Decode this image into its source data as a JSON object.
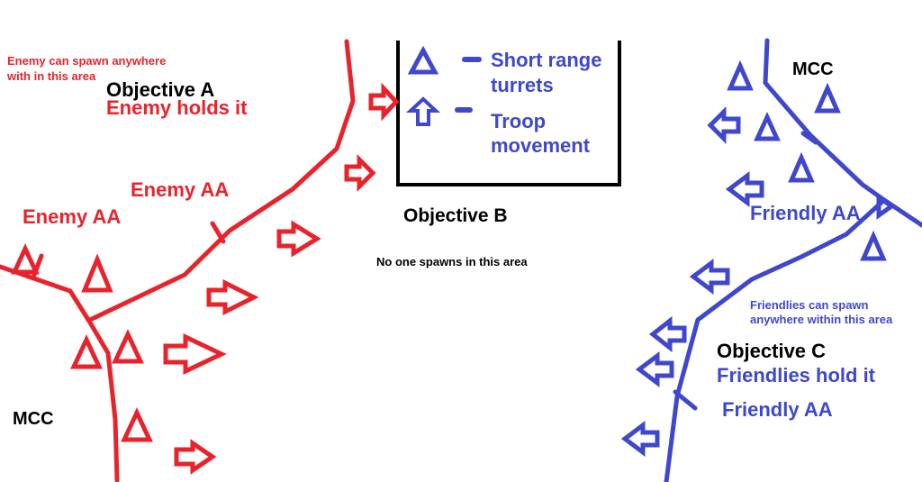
{
  "colors": {
    "enemy": "#e8232b",
    "friendly": "#3f48cc",
    "ink": "#000000",
    "background": "#ffffff"
  },
  "legend": {
    "turret_icon": "triangle-icon",
    "turret_label_line1": "Short range",
    "turret_label_line2": "turrets",
    "troop_icon": "up-arrow-icon",
    "troop_label_line1": "Troop",
    "troop_label_line2": "movement"
  },
  "enemy": {
    "spawn_note_line1": "Enemy can spawn anywhere",
    "spawn_note_line2": "with in this area",
    "objective_title": "Objective A",
    "objective_status": "Enemy holds it",
    "aa_label_1": "Enemy AA",
    "aa_label_2": "Enemy AA",
    "mcc_label": "MCC"
  },
  "neutral": {
    "objective_title": "Objective B",
    "spawn_note": "No one spawns in this area"
  },
  "friendly": {
    "mcc_label": "MCC",
    "aa_label_1": "Friendly AA",
    "spawn_note_line1": "Friendlies can spawn",
    "spawn_note_line2": "anywhere within this area",
    "objective_title": "Objective C",
    "objective_status": "Friendlies hold it",
    "aa_label_2": "Friendly AA"
  }
}
